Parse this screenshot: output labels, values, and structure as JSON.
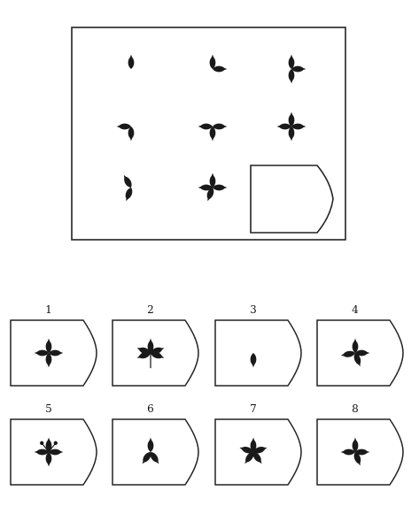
{
  "puzzle": {
    "ink": "#1a1a1a",
    "line_color": "#222222",
    "background": "#ffffff",
    "grid_leaves": [
      [
        90
      ],
      [
        90,
        0
      ],
      [
        90,
        0,
        270
      ],
      [
        270,
        180
      ],
      [
        270,
        0,
        180
      ],
      [
        90,
        0,
        180,
        270
      ],
      [
        120,
        250
      ],
      [
        90,
        0,
        180,
        250
      ]
    ],
    "missing_cell_icon": "house-shaped-blank-box"
  },
  "answers": [
    {
      "label": "1",
      "leaves": [
        90,
        0,
        180,
        270
      ],
      "extra": "none"
    },
    {
      "label": "2",
      "leaves": [
        90,
        20,
        160,
        340,
        200
      ],
      "extra": "stem"
    },
    {
      "label": "3",
      "leaves": [
        270
      ],
      "extra": "none"
    },
    {
      "label": "4",
      "leaves": [
        90,
        0,
        190,
        290
      ],
      "extra": "none"
    },
    {
      "label": "5",
      "leaves": [
        90,
        0,
        180,
        270
      ],
      "extra": "stamens"
    },
    {
      "label": "6",
      "leaves": [
        90,
        235,
        305
      ],
      "extra": "none"
    },
    {
      "label": "7",
      "leaves": [
        90,
        18,
        162,
        234,
        306
      ],
      "extra": "none"
    },
    {
      "label": "8",
      "leaves": [
        90,
        0,
        180,
        290
      ],
      "extra": "none"
    }
  ]
}
